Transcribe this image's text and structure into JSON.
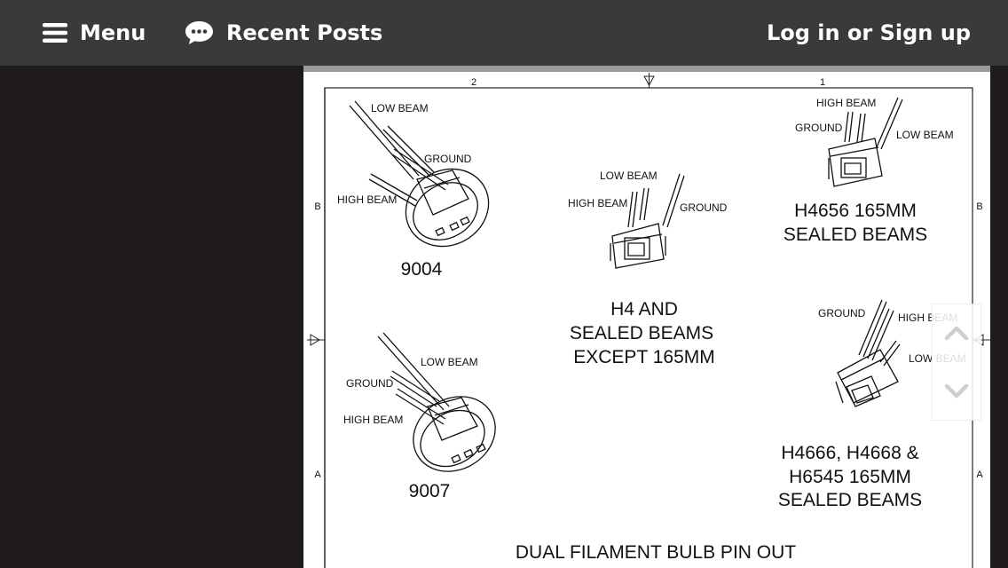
{
  "topbar": {
    "menu_label": "Menu",
    "menu_icon": "hamburger-icon",
    "recent_label": "Recent Posts",
    "recent_icon": "chat-bubble-icon",
    "login_label": "Log in or Sign up",
    "bg_color": "#3a3a3a"
  },
  "diagram": {
    "col_label_left": "2",
    "col_label_right": "1",
    "row_label_b": "B",
    "row_label_a": "A",
    "c9004": {
      "low_beam": "LOW BEAM",
      "ground": "GROUND",
      "high_beam": "HIGH BEAM",
      "name": "9004"
    },
    "c9007": {
      "low_beam": "LOW BEAM",
      "ground": "GROUND",
      "high_beam": "HIGH BEAM",
      "name": "9007"
    },
    "ch4": {
      "low_beam": "LOW BEAM",
      "high_beam": "HIGH BEAM",
      "ground": "GROUND",
      "name_line1": "H4 AND",
      "name_line2": "SEALED BEAMS",
      "name_line3": "EXCEPT 165MM"
    },
    "ch4656": {
      "high_beam": "HIGH BEAM",
      "ground": "GROUND",
      "low_beam": "LOW BEAM",
      "name_line1": "H4656 165MM",
      "name_line2": "SEALED BEAMS"
    },
    "ch4666": {
      "ground": "GROUND",
      "high_beam": "HIGH BEAM",
      "low_beam": "LOW BEAM",
      "name_line1": "H4666, H4668 &",
      "name_line2": "H6545 165MM",
      "name_line3": "SEALED BEAMS"
    },
    "title": "DUAL FILAMENT BULB PIN OUT"
  },
  "scroll": {
    "up_icon": "chevron-up-icon",
    "down_icon": "chevron-down-icon"
  }
}
